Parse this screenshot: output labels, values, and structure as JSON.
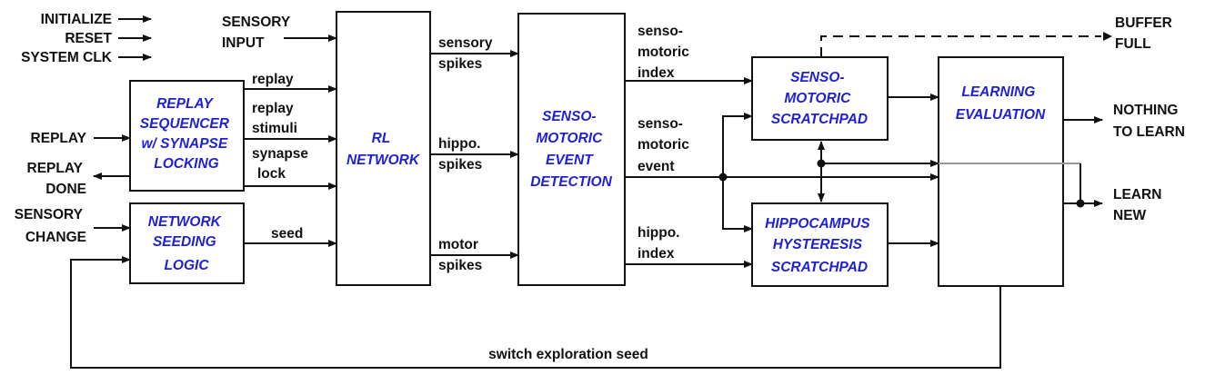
{
  "blocks": {
    "replay_sequencer": [
      "REPLAY",
      "SEQUENCER",
      "w/ SYNAPSE",
      "LOCKING"
    ],
    "network_seeding": [
      "NETWORK",
      "SEEDING",
      "LOGIC"
    ],
    "rl_network": [
      "RL",
      "NETWORK"
    ],
    "event_detection": [
      "SENSO-",
      "MOTORIC",
      "EVENT",
      "DETECTION"
    ],
    "senso_scratchpad": [
      "SENSO-",
      "MOTORIC",
      "SCRATCHPAD"
    ],
    "hippo_scratchpad": [
      "HIPPOCAMPUS",
      "HYSTERESIS",
      "SCRATCHPAD"
    ],
    "learning_eval": [
      "LEARNING",
      "EVALUATION"
    ]
  },
  "control_inputs": [
    "INITIALIZE",
    "RESET",
    "SYSTEM CLK"
  ],
  "signals": {
    "sensory_input": [
      "SENSORY",
      "INPUT"
    ],
    "replay_in": [
      "REPLAY"
    ],
    "replay_done": [
      "REPLAY",
      "DONE"
    ],
    "sensory_change": [
      "SENSORY",
      "CHANGE"
    ],
    "replay": [
      "replay"
    ],
    "replay_stimuli": [
      "replay",
      "stimuli"
    ],
    "synapse_lock": [
      "synapse",
      "lock"
    ],
    "seed": [
      "seed"
    ],
    "sensory_spikes": [
      "sensory",
      "spikes"
    ],
    "hippo_spikes": [
      "hippo.",
      "spikes"
    ],
    "motor_spikes": [
      "motor",
      "spikes"
    ],
    "senso_index": [
      "senso-",
      "motoric",
      "index"
    ],
    "senso_event": [
      "senso-",
      "motoric",
      "event"
    ],
    "hippo_index": [
      "hippo.",
      "index"
    ],
    "buffer_full": [
      "BUFFER",
      "FULL"
    ],
    "nothing_to_learn": [
      "NOTHING",
      "TO LEARN"
    ],
    "learn_new": [
      "LEARN",
      "NEW"
    ],
    "switch_seed": [
      "switch exploration seed"
    ]
  },
  "colors": {
    "block_text": "#1f1fd6",
    "wire": "#111111",
    "feedback_wire": "#999999"
  }
}
